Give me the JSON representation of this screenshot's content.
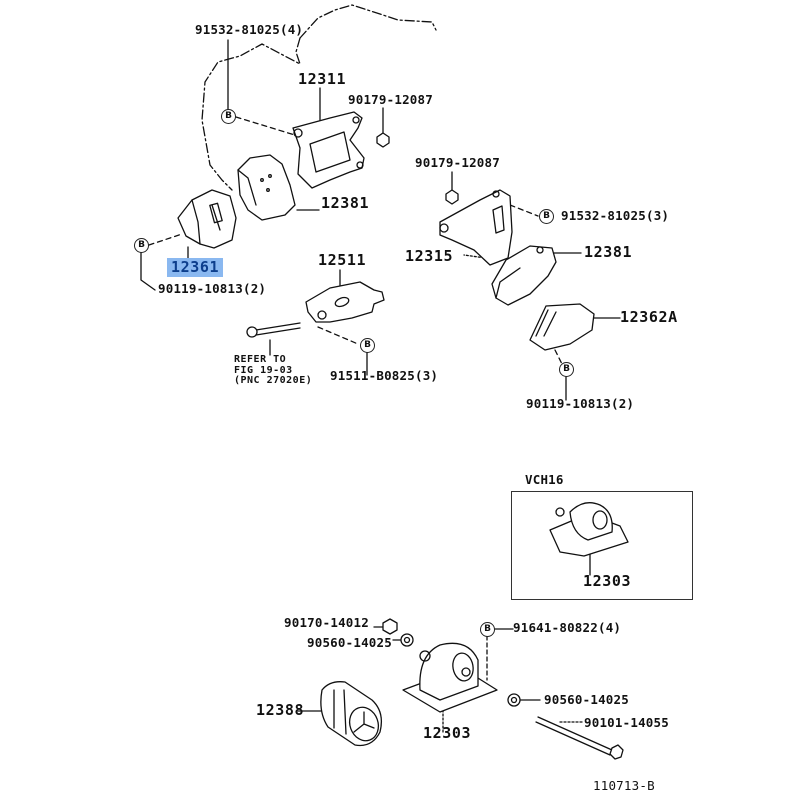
{
  "diagram": {
    "title": "Engine Mounting Parts Diagram",
    "figure_code": "110713-B",
    "highlight_color": "#8ab8f0",
    "highlighted_part": "12361",
    "marker_symbol": "B",
    "labels": {
      "p91532_81025_4": "91532-81025(4)",
      "p12311": "12311",
      "p90179_12087_a": "90179-12087",
      "p12381_a": "12381",
      "p12361": "12361",
      "p90119_10813_a": "90119-10813(2)",
      "p12511": "12511",
      "p90179_12087_b": "90179-12087",
      "p91532_81025_3": "91532-81025(3)",
      "p12315": "12315",
      "p12381_b": "12381",
      "p12362A": "12362A",
      "p90119_10813_b": "90119-10813(2)",
      "p91511_B0825_3": "91511-B0825(3)",
      "refer_line1": "REFER TO",
      "refer_line2": "FIG  19-03",
      "refer_line3": "(PNC 27020E)",
      "inset_title": "VCH16",
      "p12303_inset": "12303",
      "p90170_14012": "90170-14012",
      "p90560_14025_a": "90560-14025",
      "p91641_80822_4": "91641-80822(4)",
      "p12388": "12388",
      "p12303": "12303",
      "p90560_14025_b": "90560-14025",
      "p90101_14055": "90101-14055"
    }
  }
}
